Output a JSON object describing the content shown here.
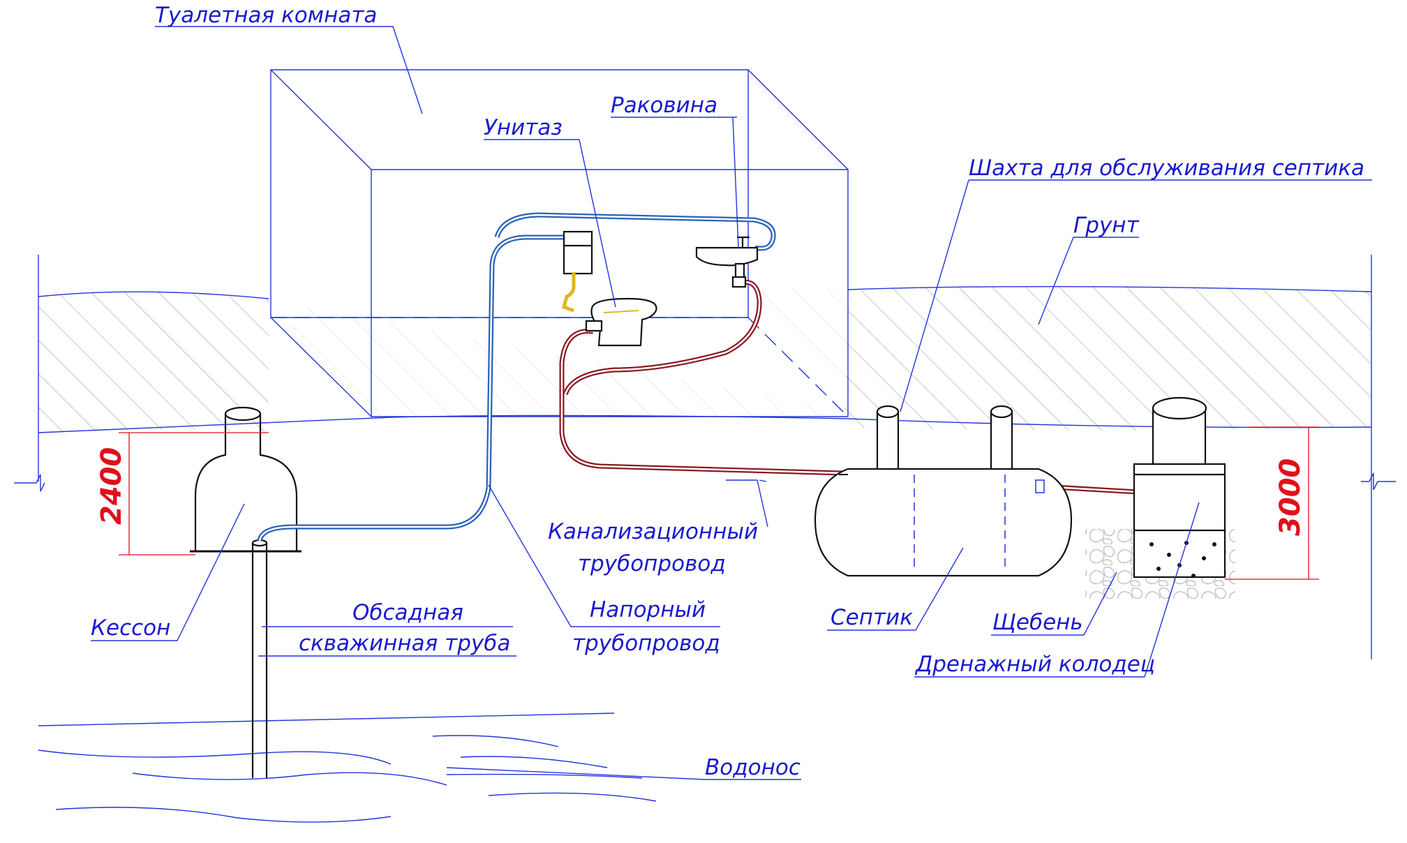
{
  "labels": {
    "toilet_room": "Туалетная комната",
    "sink": "Раковина",
    "toilet": "Унитаз",
    "septic_shaft": "Шахта для обслуживания септика",
    "soil": "Грунт",
    "sewer_pipe_line1": "Канализационный",
    "sewer_pipe_line2": "трубопровод",
    "pressure_pipe_line1": "Напорный",
    "pressure_pipe_line2": "трубопровод",
    "caisson": "Кессон",
    "casing_line1": "Обсадная",
    "casing_line2": "скважинная труба",
    "septic": "Септик",
    "gravel": "Щебень",
    "drainage_well": "Дренажный колодец",
    "aquifer": "Водонос"
  },
  "dimensions": {
    "caisson_depth": "2400",
    "well_depth": "3000"
  },
  "colors": {
    "label": "#1a1acc",
    "dimension": "#e0101a",
    "water_pipe": "#2a63b8",
    "sewer_pipe": "#8a1a22",
    "toilet_connection": "#e6b422"
  }
}
